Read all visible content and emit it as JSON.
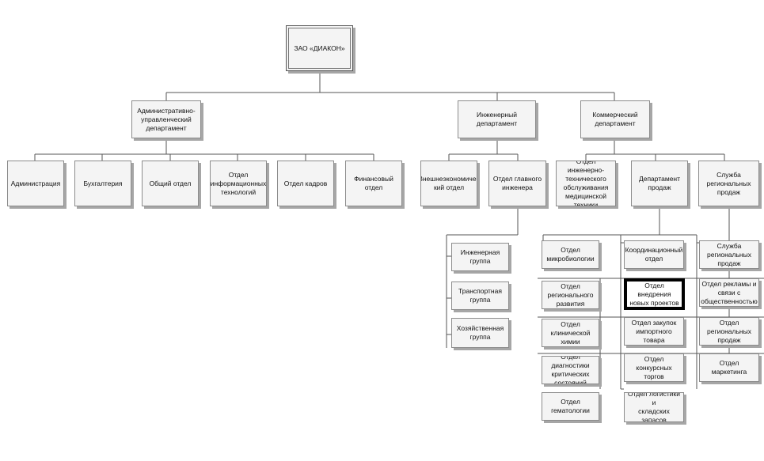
{
  "chart": {
    "root": "ЗАО «ДИАКОН»",
    "departments": {
      "admin": "Административно-\nуправленческий\nдепартамент",
      "engineering": "Инженерный\nдепартамент",
      "commercial": "Коммерческий\nдепартамент"
    },
    "admin_units": {
      "administration": "Администрация",
      "accounting": "Бухгалтерия",
      "general": "Общий отдел",
      "it": "Отдел\nинформационных\nтехнологий",
      "hr": "Отдел кадров",
      "finance": "Финансовый отдел"
    },
    "engineering_units": {
      "foreign_trade": "Внешнеэкономичес\nкий отдел",
      "chief_engineer": "Отдел главного\nинженера"
    },
    "chief_engineer_groups": {
      "engineering_group": "Инженерная\nгруппа",
      "transport_group": "Транспортная\nгруппа",
      "maintenance_group": "Хозяйственная\nгруппа"
    },
    "commercial_units": {
      "medical_service": "Отдел инженерно-\nтехнического\nобслуживания\nмедицинской\nтехники",
      "sales_department": "Департамент\nпродаж",
      "regional_sales_service": "Служба\nрегиональных\nпродаж"
    },
    "sales_left": {
      "microbiology": "Отдел\nмикробиологии",
      "regional_development": "Отдел\nрегионального\nразвития",
      "clinical_chemistry": "Отдел клинической\nхимии",
      "critical_diagnostics": "Отдел диагностики\nкритических\nсостояний",
      "hematology": "Отдел гематологии"
    },
    "sales_middle": {
      "coordination": "Координационный\nотдел",
      "new_projects": "Отдел внедрения\nновых проектов",
      "import_purchasing": "Отдел закупок\nимпортного товара",
      "tenders": "Отдел конкурсных\nторгов",
      "logistics": "Отдел логистики и\nскладских запасов"
    },
    "sales_right": {
      "regional_sales_service_2": "Служба\nрегиональных\nпродаж",
      "advertising": "Отдел рекламы и\nсвязи с\nобщественностью",
      "regional_sales_dept": "Отдел\nрегиональных\nпродаж",
      "marketing": "Отдел маркетинга"
    }
  }
}
